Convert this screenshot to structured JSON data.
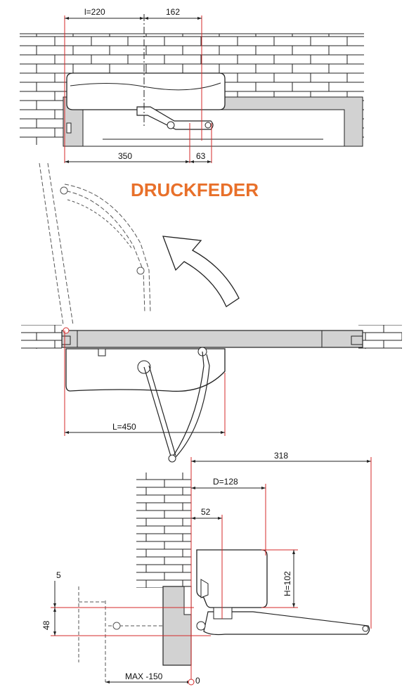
{
  "title": "DRUCKFEDER",
  "colors": {
    "accent": "#e8702a",
    "dimension_line": "#d42a2a",
    "wall": "#cfcfcf",
    "line": "#111111"
  },
  "top_view": {
    "dim_l": "l=220",
    "dim_162": "162",
    "dim_350": "350",
    "dim_63": "63"
  },
  "middle_view": {
    "dim_L": "L=450"
  },
  "side_view": {
    "dim_318": "318",
    "dim_D": "D=128",
    "dim_52": "52",
    "dim_H": "H=102",
    "dim_5": "5",
    "dim_48": "48",
    "dim_max": "MAX -150",
    "dim_0": "0"
  }
}
